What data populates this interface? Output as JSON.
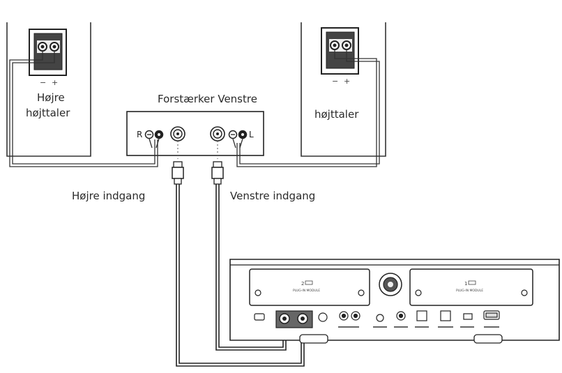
{
  "labels": {
    "right_speaker_line1": "Højre",
    "right_speaker_line2": "højttaler",
    "left_speaker": "højttaler",
    "amplifier_title": "Forstærker Venstre",
    "right_input": "Højre indgang",
    "left_input": "Venstre indgang"
  },
  "amp_terminals": {
    "right": "R",
    "left": "L",
    "minus": "−",
    "plus": "+"
  },
  "speaker_terminals": {
    "minus": "−",
    "plus": "+"
  },
  "device": {
    "module_2_number": "2",
    "module_1_number": "1",
    "module_label": "PLUG-IN MODULE"
  }
}
